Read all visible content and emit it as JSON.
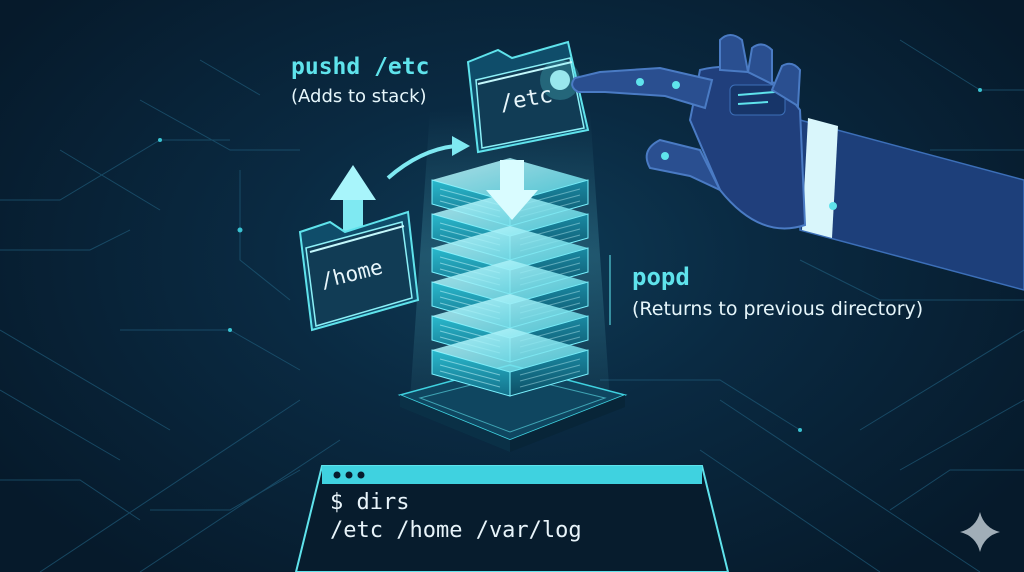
{
  "labels": {
    "pushd_cmd": "pushd /etc",
    "pushd_desc": "(Adds to stack)",
    "popd_cmd": "popd",
    "popd_desc": "(Returns to previous directory)"
  },
  "folders": {
    "etc": "/etc",
    "home": "/home"
  },
  "terminal": {
    "prompt": "$ dirs",
    "output": "/etc /home /var/log"
  },
  "colors": {
    "accent": "#5fe3ec",
    "background": "#061a2b",
    "stack_glow": "#7af2ff"
  },
  "icons": {
    "terminal_dots": "three-dots-icon",
    "sparkle": "sparkle-icon",
    "robot_hand": "robot-hand-icon"
  }
}
